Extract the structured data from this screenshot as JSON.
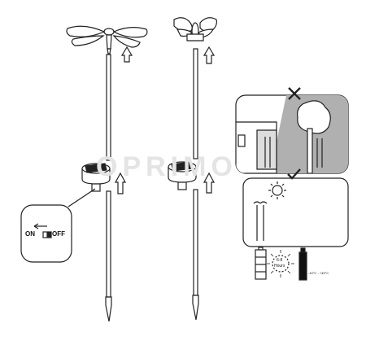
{
  "switch_panel": {
    "on_label": "ON",
    "off_label": "OFF"
  },
  "badges": {
    "hours_line1": "6-8",
    "hours_line2": "Hours",
    "temperature_range": "-10°C - +45°C"
  },
  "watermark": "OPRIMO",
  "colors": {
    "line": "#222222",
    "panel_gray": "#a8a8a8",
    "shade": "#b0b0b0"
  },
  "icons": [
    "dragonfly-icon",
    "butterfly-icon",
    "up-arrow-icon",
    "cross-icon",
    "check-icon",
    "sun-icon",
    "battery-icon",
    "thermometer-icon"
  ]
}
